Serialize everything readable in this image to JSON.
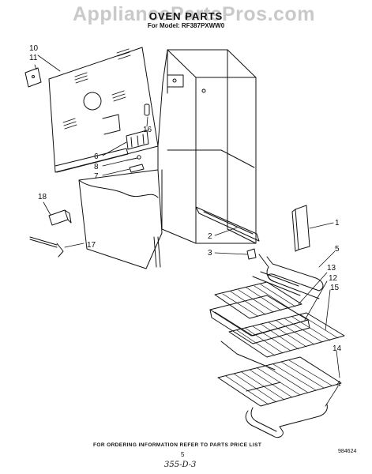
{
  "watermark": "AppliancePartsPros.com",
  "title": "OVEN PARTS",
  "model_line": "For Model: RF387PXWW0",
  "callouts": [
    "10",
    "11",
    "16",
    "6",
    "8",
    "7",
    "18",
    "17",
    "1",
    "2",
    "3",
    "5",
    "13",
    "12",
    "15",
    "14",
    "4"
  ],
  "footer_note": "FOR ORDERING INFORMATION REFER TO PARTS PRICE LIST",
  "page_number": "5",
  "diagram_code": "984624",
  "handwritten_note": "355-D-3"
}
